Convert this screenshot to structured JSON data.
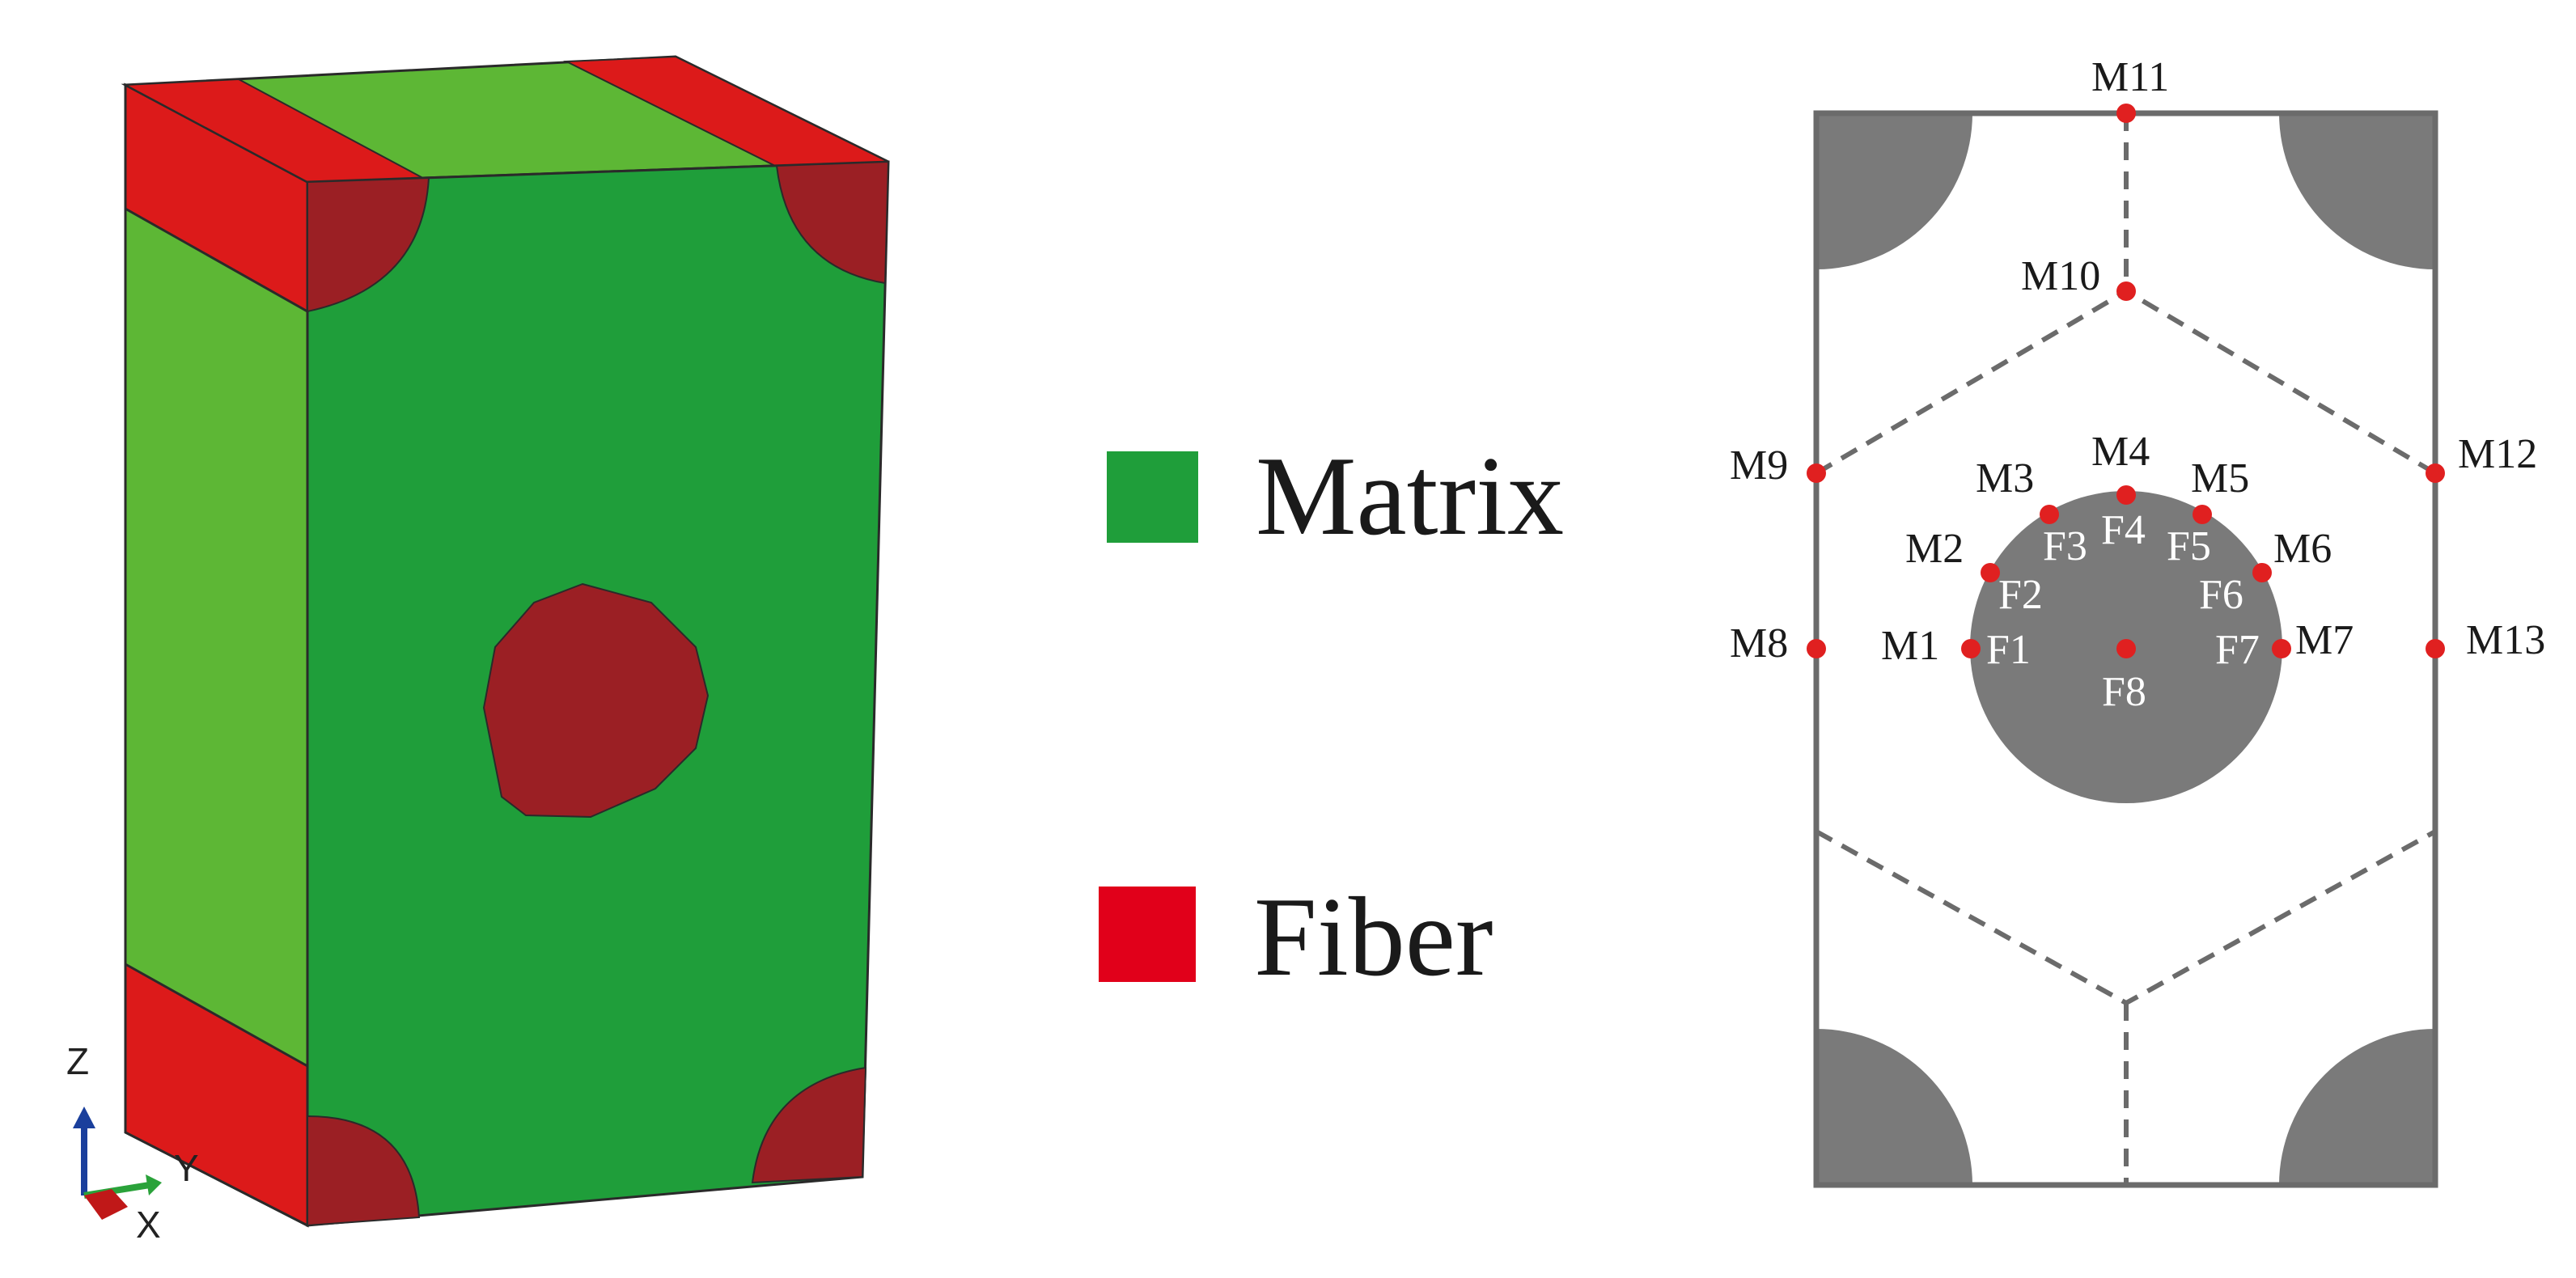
{
  "colors": {
    "matrix_light": "#5db735",
    "matrix_dark": "#1f9e3a",
    "fiber_red": "#dc1a1a",
    "fiber_dark": "#9b1f24",
    "legend_matrix": "#1f9e3a",
    "legend_fiber": "#e1001a",
    "section_gray": "#7a7a7a",
    "outline_gray": "#6b6b6b",
    "point_red": "#e02020",
    "label_white": "#ffffff",
    "axis_z": "#1a3f9c",
    "axis_y": "#2aa23a",
    "axis_x": "#c01818"
  },
  "axes": {
    "z": "Z",
    "y": "Y",
    "x": "X"
  },
  "legend": {
    "matrix_label": "Matrix",
    "fiber_label": "Fiber"
  },
  "section_points": {
    "matrix": [
      {
        "label": "M1"
      },
      {
        "label": "M2"
      },
      {
        "label": "M3"
      },
      {
        "label": "M4"
      },
      {
        "label": "M5"
      },
      {
        "label": "M6"
      },
      {
        "label": "M7"
      },
      {
        "label": "M8"
      },
      {
        "label": "M9"
      },
      {
        "label": "M10"
      },
      {
        "label": "M11"
      },
      {
        "label": "M12"
      },
      {
        "label": "M13"
      }
    ],
    "fiber": [
      {
        "label": "F1"
      },
      {
        "label": "F2"
      },
      {
        "label": "F3"
      },
      {
        "label": "F4"
      },
      {
        "label": "F5"
      },
      {
        "label": "F6"
      },
      {
        "label": "F7"
      },
      {
        "label": "F8"
      }
    ]
  }
}
